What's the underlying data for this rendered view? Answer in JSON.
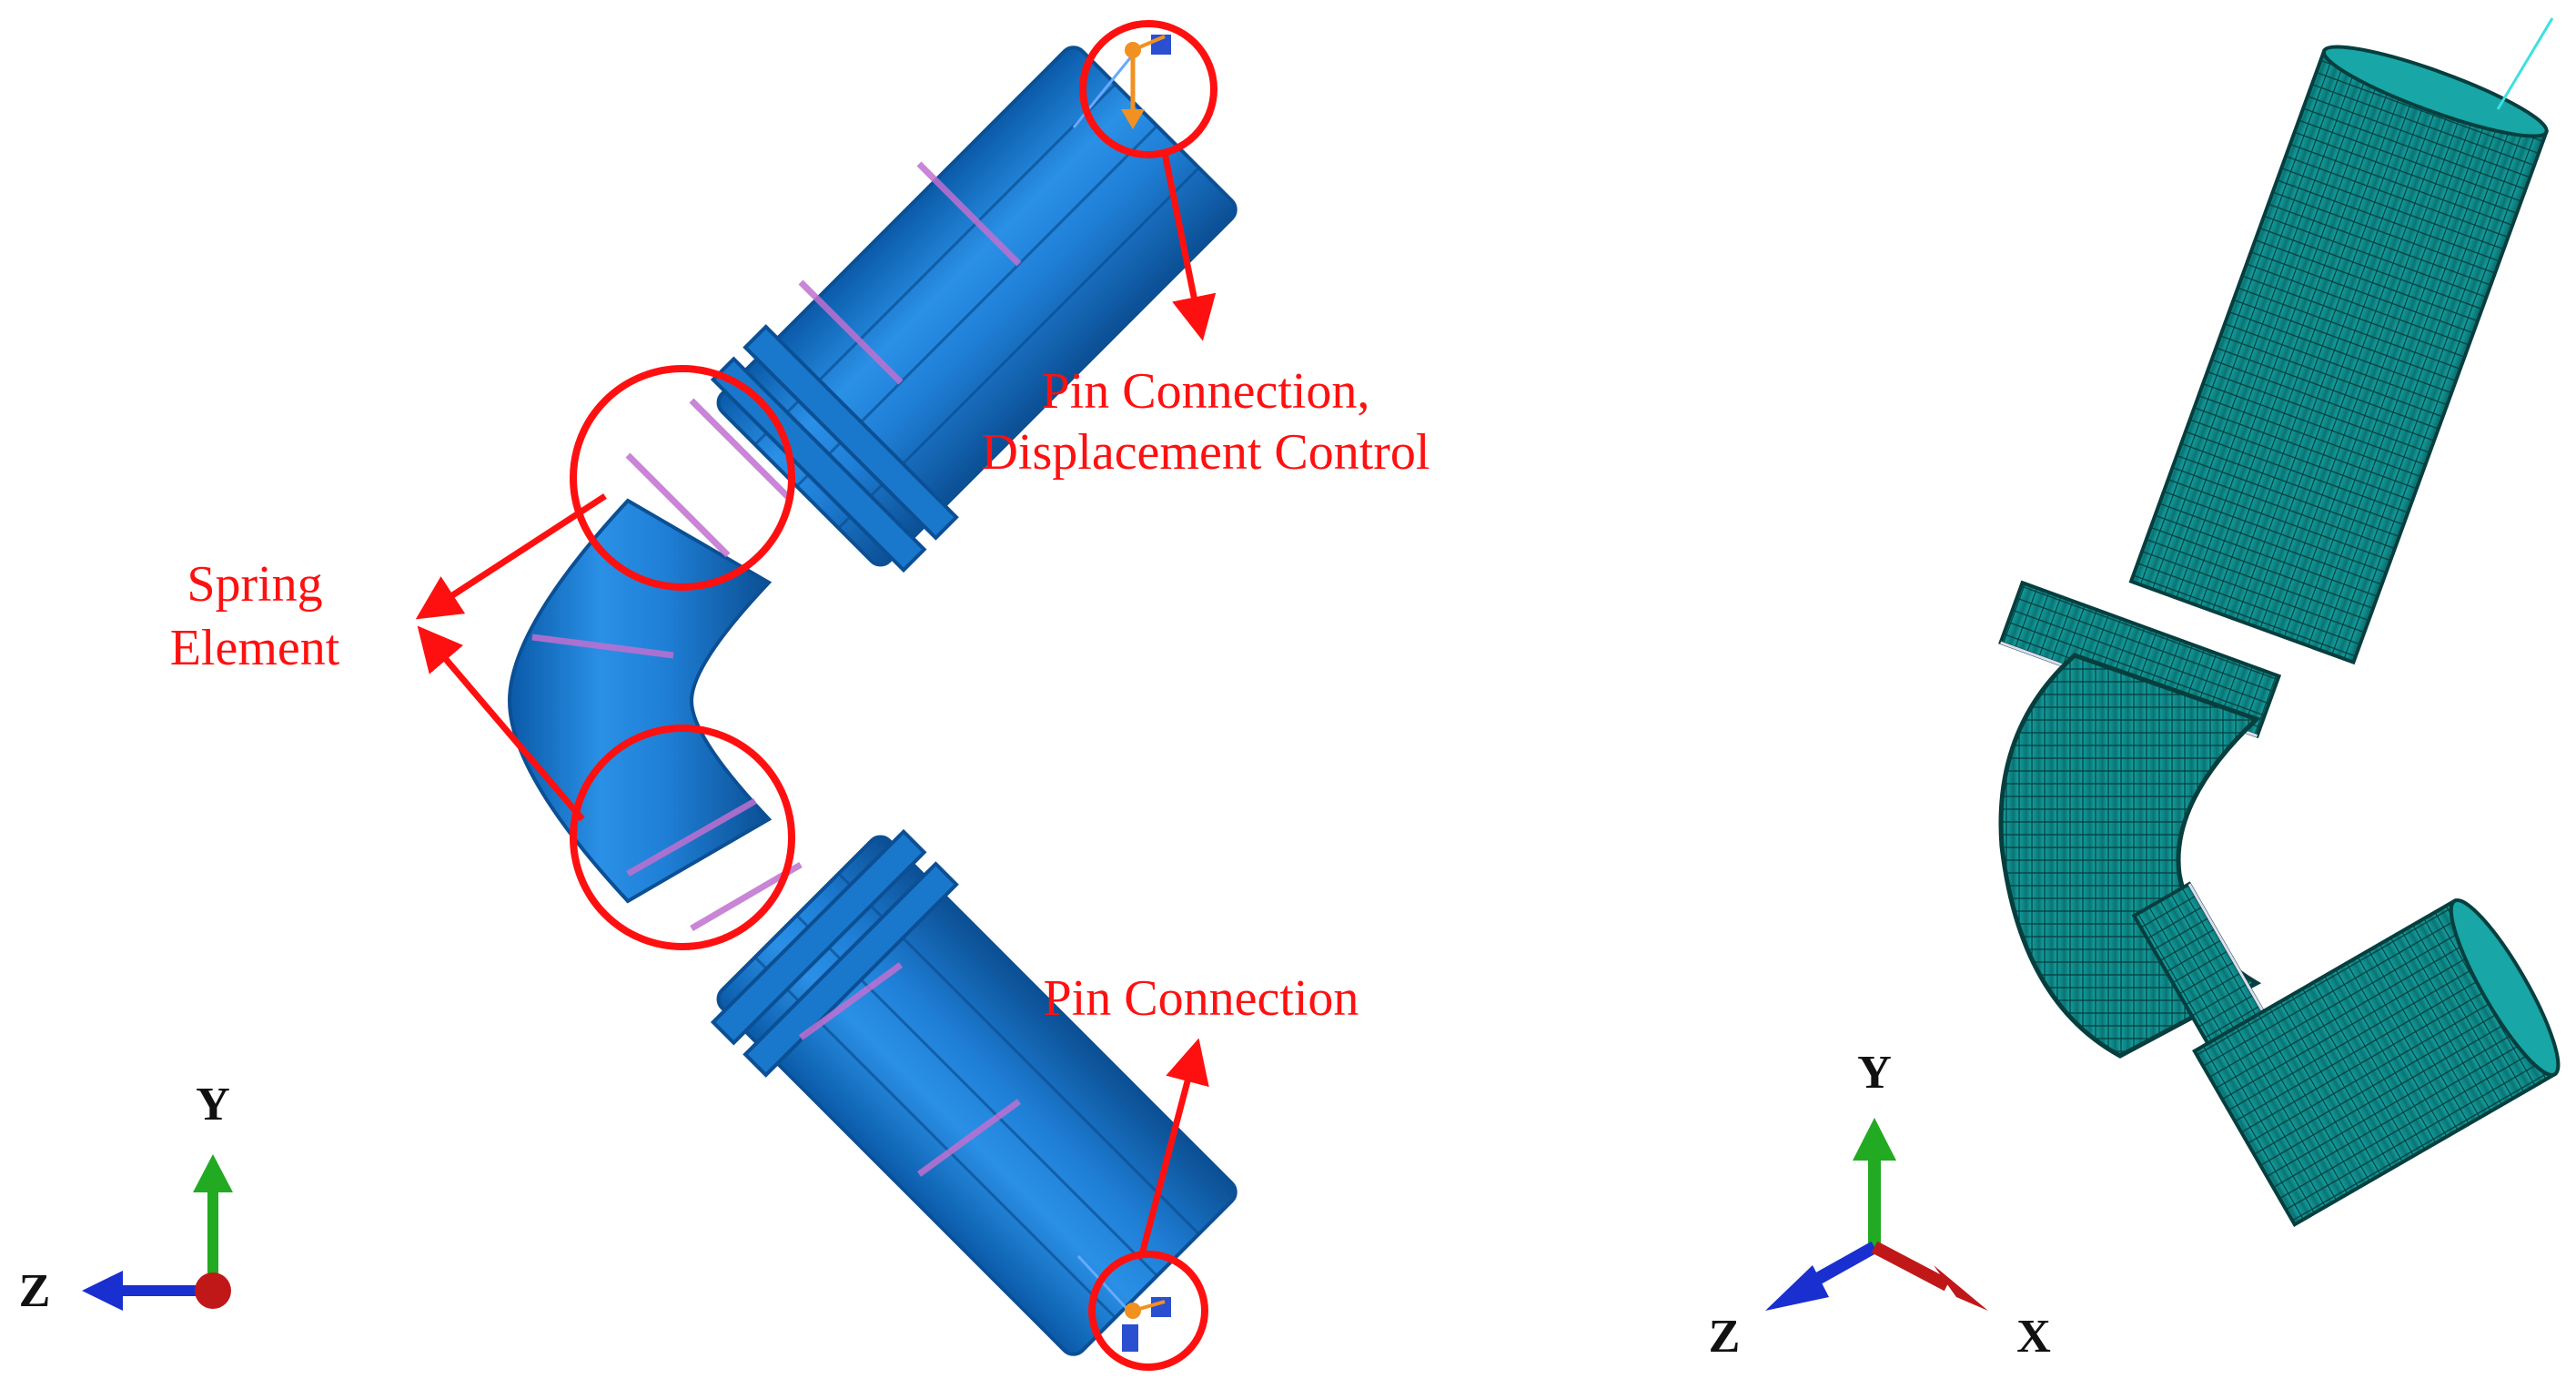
{
  "labels": {
    "pin_top_line1": "Pin Connection,",
    "pin_top_line2": "Displacement Control",
    "pin_bottom": "Pin Connection",
    "spring_line1": "Spring",
    "spring_line2": "Element"
  },
  "left_triad": {
    "y": "Y",
    "z": "Z"
  },
  "right_triad": {
    "y": "Y",
    "z": "Z",
    "x": "X"
  },
  "colors": {
    "pipe_blue": "#1f7fd6",
    "pipe_dark": "#0b4f94",
    "mesh_teal": "#0f8c8c",
    "annotation_red": "#ff1010",
    "spring_magenta": "#c070d0",
    "axis_green": "#22aa22",
    "axis_blue": "#1a2fd0",
    "axis_red": "#c01818"
  }
}
